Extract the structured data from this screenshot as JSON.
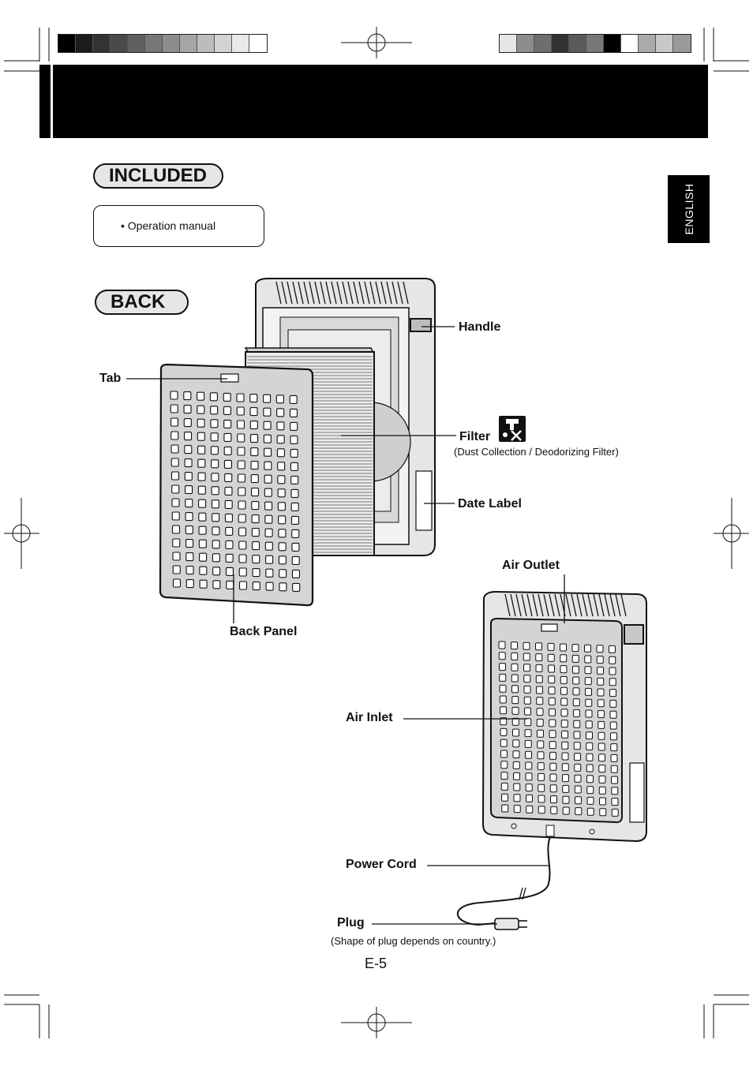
{
  "print_marks": {
    "left_swatches": [
      "#000000",
      "#1c1c1c",
      "#333333",
      "#4a4a4a",
      "#5f5f5f",
      "#777777",
      "#8d8d8d",
      "#a5a5a5",
      "#bcbcbc",
      "#d3d3d3",
      "#e9e9e9",
      "#ffffff"
    ],
    "right_swatches": [
      "#e6e6e6",
      "#8d8d8d",
      "#6e6e6e",
      "#333333",
      "#5a5a5a",
      "#777777",
      "#000000",
      "#ffffff",
      "#aaaaaa",
      "#c8c8c8",
      "#9a9a9a"
    ]
  },
  "language_tab": "ENGLISH",
  "included": {
    "heading": "INCLUDED",
    "items": [
      "• Operation manual"
    ]
  },
  "back": {
    "heading": "BACK",
    "labels": {
      "handle": "Handle",
      "tab": "Tab",
      "filter": "Filter",
      "filter_sub": "(Dust Collection / Deodorizing Filter)",
      "date_label": "Date Label",
      "back_panel": "Back Panel",
      "air_outlet": "Air Outlet",
      "air_inlet": "Air Inlet",
      "power_cord": "Power Cord",
      "plug": "Plug",
      "plug_sub": "(Shape of plug depends on country.)"
    },
    "icons": [
      "faucet-no-wash-icon"
    ]
  },
  "page_number": "E-5"
}
